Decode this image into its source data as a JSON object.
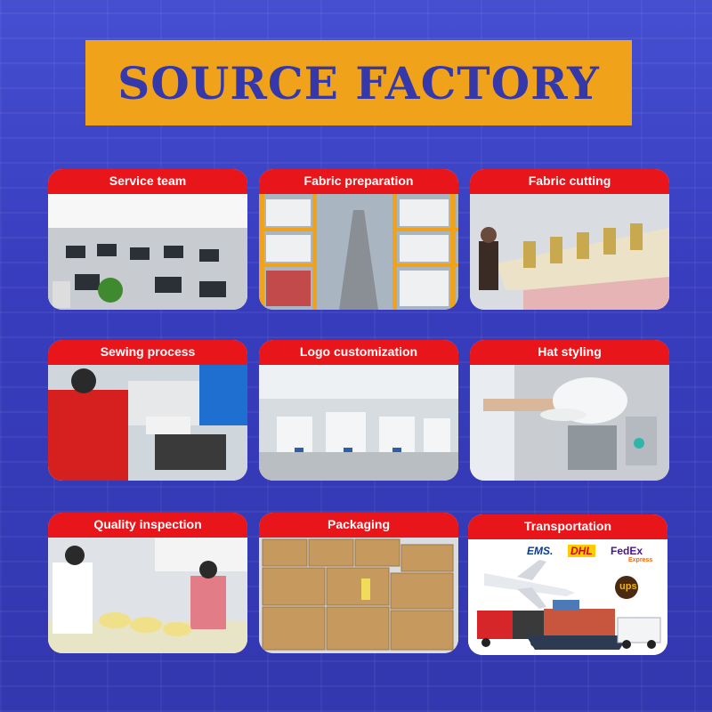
{
  "banner": {
    "title": "SOURCE FACTORY"
  },
  "cards": [
    {
      "label": "Service team"
    },
    {
      "label": "Fabric preparation"
    },
    {
      "label": "Fabric cutting"
    },
    {
      "label": "Sewing process"
    },
    {
      "label": "Logo customization"
    },
    {
      "label": "Hat styling"
    },
    {
      "label": "Quality inspection"
    },
    {
      "label": "Packaging"
    },
    {
      "label": "Transportation"
    }
  ],
  "carriers": {
    "ems": "EMS.",
    "dhl": "DHL",
    "fedex": "FedEx",
    "fedex_sub": "Express",
    "ups": "ups"
  },
  "colors": {
    "banner_bg": "#f0a21b",
    "banner_text": "#3438a8",
    "label_bg": "#e8151b",
    "background": "#3d3fb8"
  }
}
